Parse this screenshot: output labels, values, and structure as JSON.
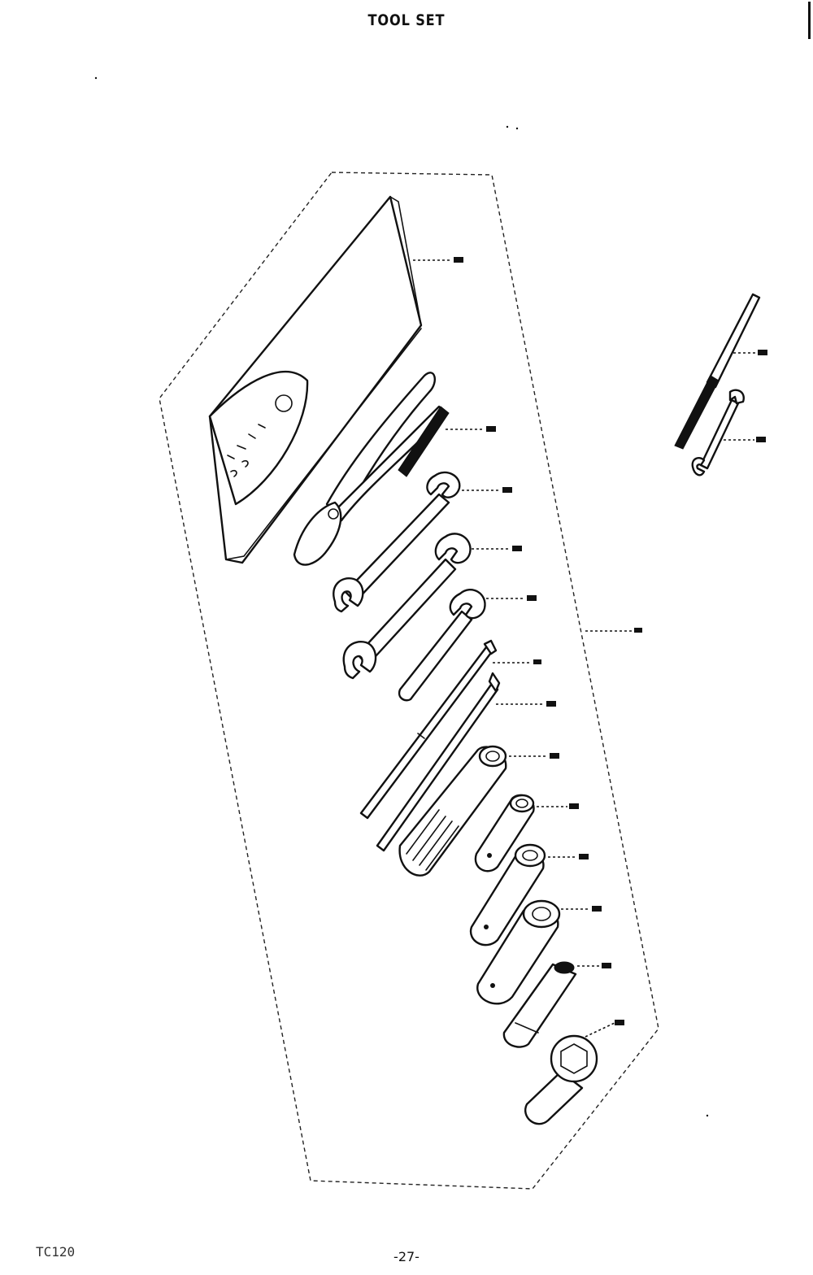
{
  "header": {
    "title": "TOOL SET"
  },
  "footer": {
    "model_code": "TC120",
    "page_number": "-27-"
  },
  "diagram": {
    "parts": [
      {
        "id": "tool-bag"
      },
      {
        "id": "pliers"
      },
      {
        "id": "wrench-small"
      },
      {
        "id": "wrench-medium"
      },
      {
        "id": "wrench-single"
      },
      {
        "id": "screwdriver-flat"
      },
      {
        "id": "screwdriver-phillips"
      },
      {
        "id": "screwdriver-handle"
      },
      {
        "id": "socket-small"
      },
      {
        "id": "socket-medium"
      },
      {
        "id": "socket-large"
      },
      {
        "id": "plug-socket"
      },
      {
        "id": "ring-spanner"
      },
      {
        "id": "spoke-tool"
      },
      {
        "id": "mini-wrench"
      }
    ]
  }
}
